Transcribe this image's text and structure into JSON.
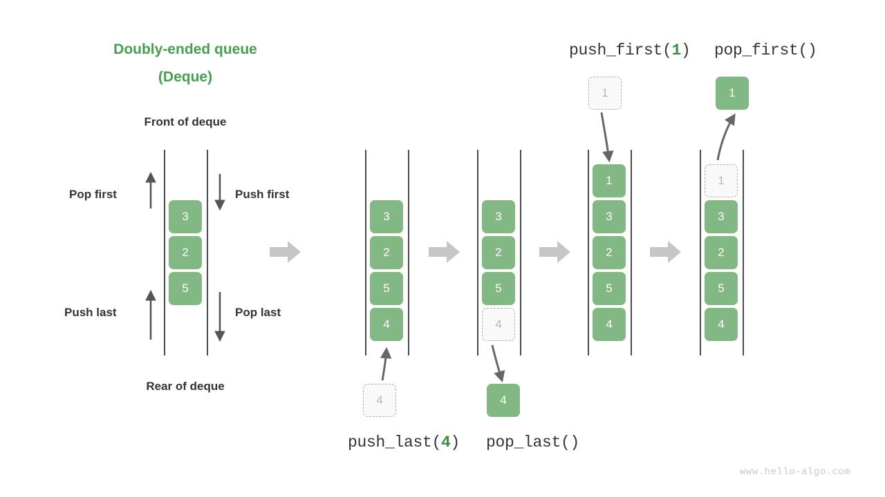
{
  "title": {
    "line1": "Doubly-ended queue",
    "line2": "(Deque)"
  },
  "labels": {
    "front": "Front of deque",
    "rear": "Rear of deque",
    "pop_first": "Pop first",
    "push_first": "Push first",
    "push_last": "Push last",
    "pop_last": "Pop last"
  },
  "operations": {
    "push_first": {
      "name": "push_first(",
      "arg": "1",
      "close": ")"
    },
    "pop_first": {
      "name": "pop_first()",
      "arg": "",
      "close": ""
    },
    "push_last": {
      "name": "push_last(",
      "arg": "4",
      "close": ")"
    },
    "pop_last": {
      "name": "pop_last()",
      "arg": "",
      "close": ""
    }
  },
  "colors": {
    "accent_green": "#45A04F",
    "cell_green": "#82B883",
    "ghost_fill": "#f9f9f9",
    "ghost_border": "#b0b0b0",
    "ghost_text": "#b8b8b8",
    "rail": "#4a4a4a",
    "block_arrow": "#c6c6c6",
    "thin_arrow": "#555555",
    "text": "#333333",
    "watermark": "#c9c9c9"
  },
  "columns": [
    {
      "id": "initial",
      "cells": [
        {
          "v": "3",
          "ghost": false
        },
        {
          "v": "2",
          "ghost": false
        },
        {
          "v": "5",
          "ghost": false
        }
      ]
    },
    {
      "id": "push-last",
      "cells": [
        {
          "v": "3",
          "ghost": false
        },
        {
          "v": "2",
          "ghost": false
        },
        {
          "v": "5",
          "ghost": false
        },
        {
          "v": "4",
          "ghost": false
        }
      ]
    },
    {
      "id": "pop-last",
      "cells": [
        {
          "v": "3",
          "ghost": false
        },
        {
          "v": "2",
          "ghost": false
        },
        {
          "v": "5",
          "ghost": false
        },
        {
          "v": "4",
          "ghost": true
        }
      ]
    },
    {
      "id": "push-first",
      "cells": [
        {
          "v": "1",
          "ghost": false
        },
        {
          "v": "3",
          "ghost": false
        },
        {
          "v": "2",
          "ghost": false
        },
        {
          "v": "5",
          "ghost": false
        },
        {
          "v": "4",
          "ghost": false
        }
      ]
    },
    {
      "id": "pop-first",
      "cells": [
        {
          "v": "1",
          "ghost": true
        },
        {
          "v": "3",
          "ghost": false
        },
        {
          "v": "2",
          "ghost": false
        },
        {
          "v": "5",
          "ghost": false
        },
        {
          "v": "4",
          "ghost": false
        }
      ]
    }
  ],
  "floating_cells": {
    "push_last_source": {
      "v": "4",
      "ghost": true
    },
    "pop_last_result": {
      "v": "4",
      "ghost": false
    },
    "push_first_source": {
      "v": "1",
      "ghost": true
    },
    "pop_first_result": {
      "v": "1",
      "ghost": false
    }
  },
  "watermark": "www.hello-algo.com"
}
